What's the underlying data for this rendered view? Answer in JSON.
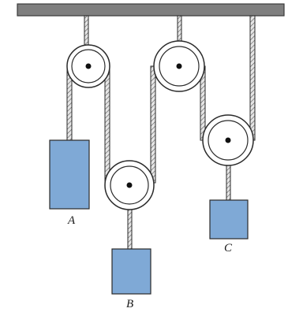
{
  "colors": {
    "ceiling": "#7f7f7f",
    "block": "#7fa9d6",
    "line": "#2a2a2a",
    "rope_fill": "#d9d9d9"
  },
  "blocks": {
    "a": {
      "label": "A"
    },
    "b": {
      "label": "B"
    },
    "c": {
      "label": "C"
    }
  }
}
